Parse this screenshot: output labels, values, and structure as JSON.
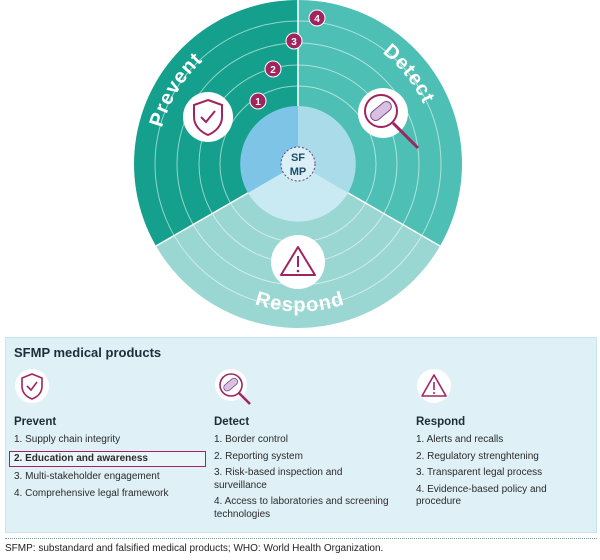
{
  "diagram": {
    "center_label_line1": "SF",
    "center_label_line2": "MP",
    "segments": [
      {
        "label": "Prevent",
        "icon": "shield-check-icon"
      },
      {
        "label": "Detect",
        "icon": "magnifier-pill-icon"
      },
      {
        "label": "Respond",
        "icon": "warning-triangle-icon"
      }
    ],
    "steps": [
      "1",
      "2",
      "3",
      "4"
    ],
    "colors": {
      "prevent": "#14a08c",
      "detect": "#4dbfb4",
      "respond": "#9ad6d2",
      "center_left": "#7ec4e6",
      "center_right": "#a9dbe8",
      "center_bottom": "#c9eaf2",
      "accent": "#a0255f"
    }
  },
  "panel": {
    "title": "SFMP medical products",
    "columns": [
      {
        "heading": "Prevent",
        "icon": "shield-check-icon",
        "items": [
          "1. Supply chain integrity",
          "2. Education and awareness",
          "3. Multi-stakeholder engagement",
          "4. Comprehensive legal framework"
        ],
        "highlighted_index": 1
      },
      {
        "heading": "Detect",
        "icon": "magnifier-pill-icon",
        "items": [
          "1. Border control",
          "2. Reporting system",
          "3. Risk-based inspection and surveillance",
          "4. Access to laboratories and screening technologies"
        ]
      },
      {
        "heading": "Respond",
        "icon": "warning-triangle-icon",
        "items": [
          "1. Alerts and recalls",
          "2. Regulatory strenghtening",
          "3. Transparent legal process",
          "4. Evidence-based policy and procedure"
        ]
      }
    ]
  },
  "footer": "SFMP: substandard and falsified medical products; WHO: World Health Organization."
}
